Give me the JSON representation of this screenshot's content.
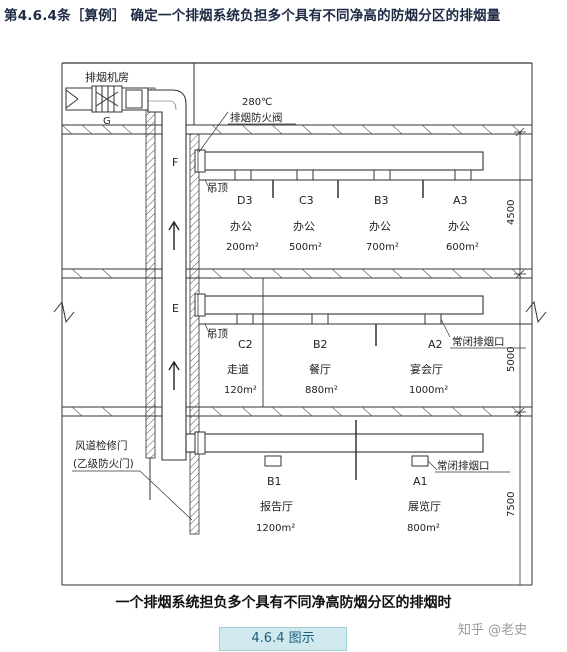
{
  "heading": "第4.6.4条［算例］ 确定一个排烟系统负担多个具有不同净高的防烟分区的排烟量",
  "caption": "一个排烟系统担负多个具有不同净高防烟分区的排烟时",
  "watermark": "知乎 @老史",
  "figure_label": "4.6.4 图示",
  "diagram": {
    "fan_room": "排烟机房",
    "fan_label": "G",
    "damper_temp": "280℃",
    "damper_name": "排烟防火阀",
    "ceiling_label_upper": "吊顶",
    "ceiling_label_middle": "吊顶",
    "shaft_labels": [
      "F",
      "E"
    ],
    "access_door_line1": "风道检修门",
    "access_door_line2": "(乙级防火门)",
    "normally_closed_middle": "常闭排烟口",
    "normally_closed_lower": "常闭排烟口",
    "dimensions": [
      "4500",
      "5000",
      "7500"
    ],
    "upper_floor": [
      {
        "id": "D3",
        "use": "办公",
        "area": "200m²"
      },
      {
        "id": "C3",
        "use": "办公",
        "area": "500m²"
      },
      {
        "id": "B3",
        "use": "办公",
        "area": "700m²"
      },
      {
        "id": "A3",
        "use": "办公",
        "area": "600m²"
      }
    ],
    "middle_floor": [
      {
        "id": "C2",
        "use": "走道",
        "area": "120m²"
      },
      {
        "id": "B2",
        "use": "餐厅",
        "area": "880m²"
      },
      {
        "id": "A2",
        "use": "宴会厅",
        "area": "1000m²"
      }
    ],
    "lower_floor": [
      {
        "id": "B1",
        "use": "报告厅",
        "area": "1200m²"
      },
      {
        "id": "A1",
        "use": "展览厅",
        "area": "800m²"
      }
    ]
  }
}
